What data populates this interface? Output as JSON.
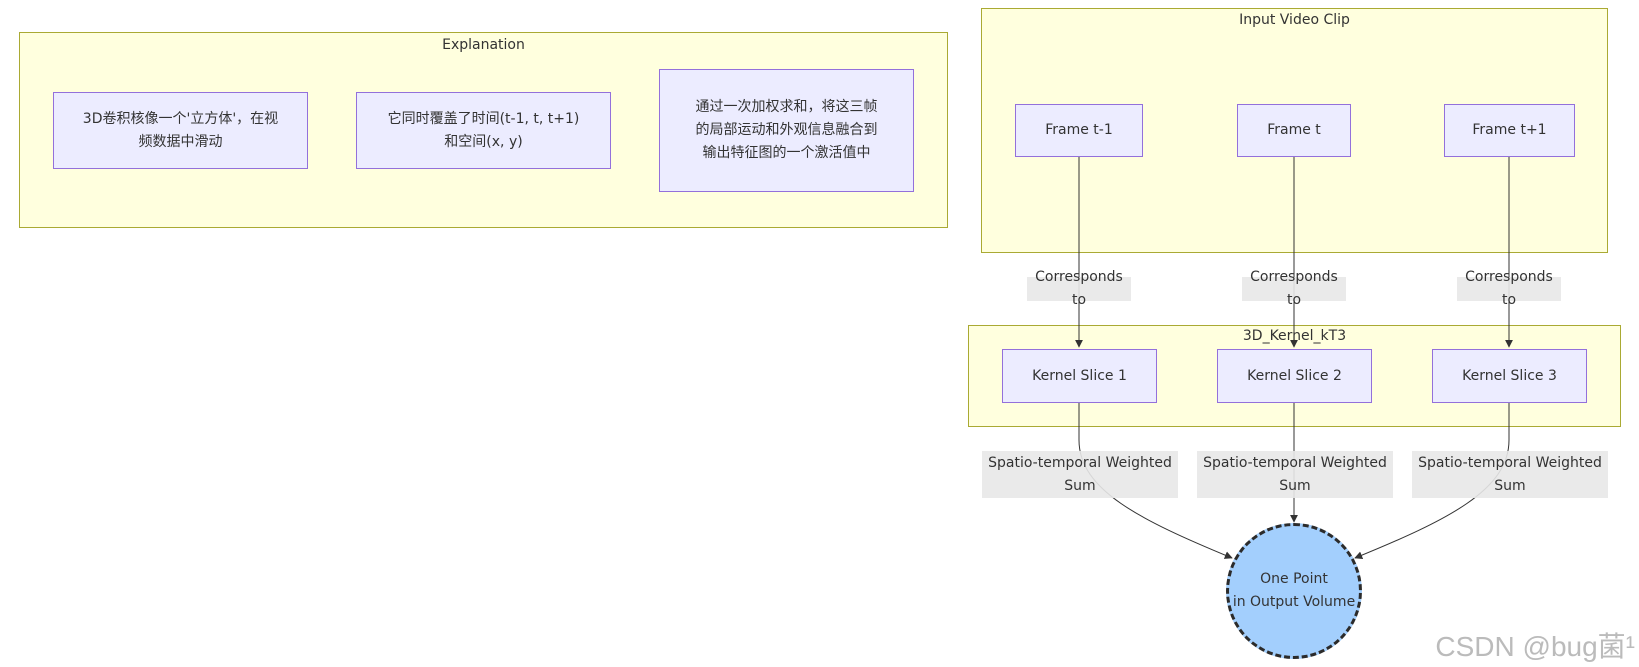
{
  "clusters": {
    "explanation": "Explanation",
    "input_clip": "Input Video Clip",
    "kernel": "3D_Kernel_kT3"
  },
  "explanation_nodes": [
    "3D卷积核像一个'立方体'，在视频数据中滑动",
    "它同时覆盖了时间(t-1, t, t+1)和空间(x, y)",
    "通过一次加权求和，将这三帧的局部运动和外观信息融合到输出特征图的一个激活值中"
  ],
  "frames": [
    "Frame t-1",
    "Frame t",
    "Frame t+1"
  ],
  "kernel_slices": [
    "Kernel Slice 1",
    "Kernel Slice 2",
    "Kernel Slice 3"
  ],
  "edge_labels": {
    "corresponds": "Corresponds to",
    "sum_line1": "Spatio-temporal Weighted",
    "sum_line2": "Sum"
  },
  "output": {
    "line1": "One Point",
    "line2": "in Output Volume"
  },
  "colors": {
    "cluster_fill": "#ffffde",
    "cluster_border": "#aaaa33",
    "node_fill": "#ececff",
    "node_border": "#9370db",
    "output_fill": "#a3cffd",
    "edge": "#333333"
  },
  "watermark": "CSDN @bug菌¹"
}
